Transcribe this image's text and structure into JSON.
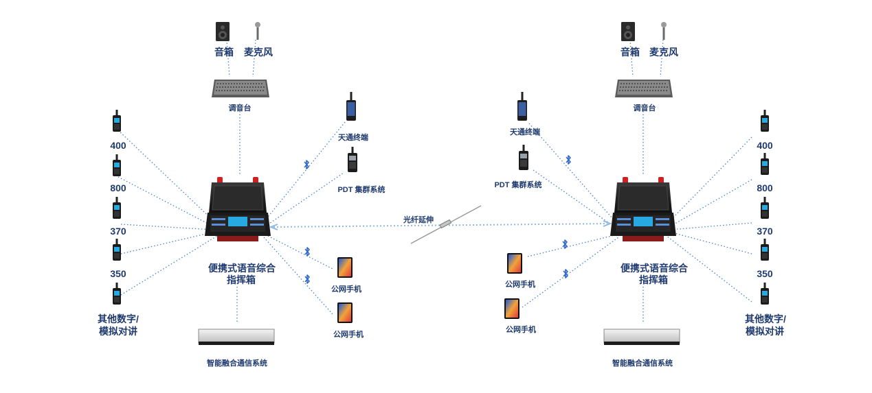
{
  "left": {
    "speaker": "音箱",
    "microphone": "麦克风",
    "mixer": "调音台",
    "radios": [
      "400",
      "800",
      "370",
      "350"
    ],
    "other_radio_line1": "其他数字/",
    "other_radio_line2": "模拟对讲",
    "tiantong": "天通终端",
    "pdt": "PDT  集群系统",
    "phone1": "公网手机",
    "phone2": "公网手机",
    "box_line1": "便携式语音综合",
    "box_line2": "指挥箱",
    "server": "智能融合通信系统"
  },
  "right": {
    "speaker": "音箱",
    "microphone": "麦克风",
    "mixer": "调音台",
    "radios": [
      "400",
      "800",
      "370",
      "350"
    ],
    "other_radio_line1": "其他数字/",
    "other_radio_line2": "模拟对讲",
    "tiantong": "天通终端",
    "pdt": "PDT  集群系统",
    "phone1": "公网手机",
    "phone2": "公网手机",
    "box_line1": "便携式语音综合",
    "box_line2": "指挥箱",
    "server": "智能融合通信系统"
  },
  "fiber": "光纤延伸",
  "colors": {
    "label": "#1f3a6e",
    "link": "#4a7fc8",
    "bluetooth": "#2f67c9",
    "radio_screen": "#27a9e1"
  }
}
